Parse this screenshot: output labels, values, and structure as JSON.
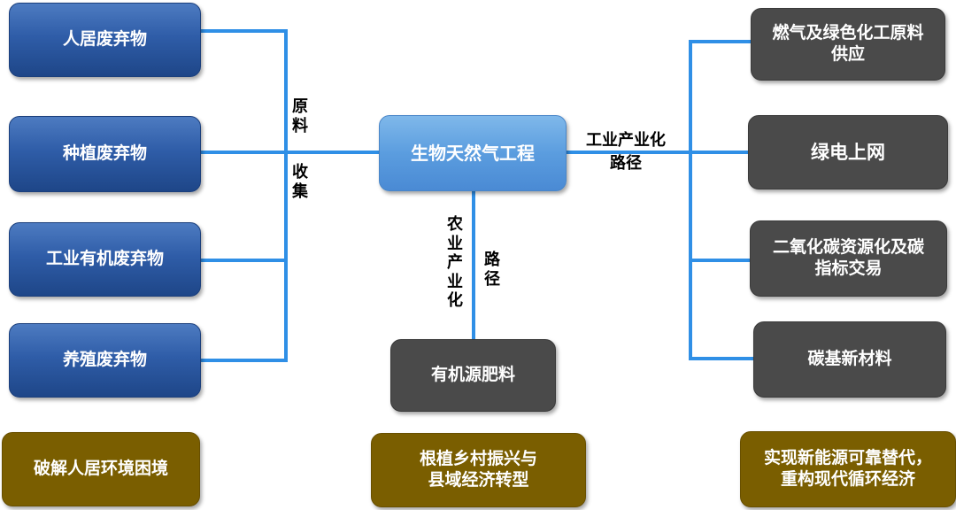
{
  "sources": [
    {
      "label": "人居废弃物"
    },
    {
      "label": "种植废弃物"
    },
    {
      "label": "工业有机废弃物"
    },
    {
      "label": "养殖废弃物"
    }
  ],
  "center": {
    "label": "生物天然气工程"
  },
  "fertilizer": {
    "label": "有机源肥料"
  },
  "outputs": [
    {
      "label": "燃气及绿色化工原料\n供应"
    },
    {
      "label": "绿电上网"
    },
    {
      "label": "二氧化碳资源化及碳\n指标交易"
    },
    {
      "label": "碳基新材料"
    }
  ],
  "edge_labels": {
    "raw": "原料",
    "collect": "收集",
    "industrial_path": "工业产业化\n路径",
    "agri": "农业产业化",
    "agri_path": "路径"
  },
  "outcomes": [
    {
      "label": "破解人居环境困境"
    },
    {
      "label": "根植乡村振兴与\n县域经济转型"
    },
    {
      "label": "实现新能源可靠替代，\n重构现代循环经济"
    }
  ],
  "colors": {
    "connector": "#2f8fe6",
    "source_box": "#2f5da8",
    "center_box": "#5b9ddf",
    "output_box": "#4a4a4a",
    "outcome_box": "#7a5e00"
  }
}
